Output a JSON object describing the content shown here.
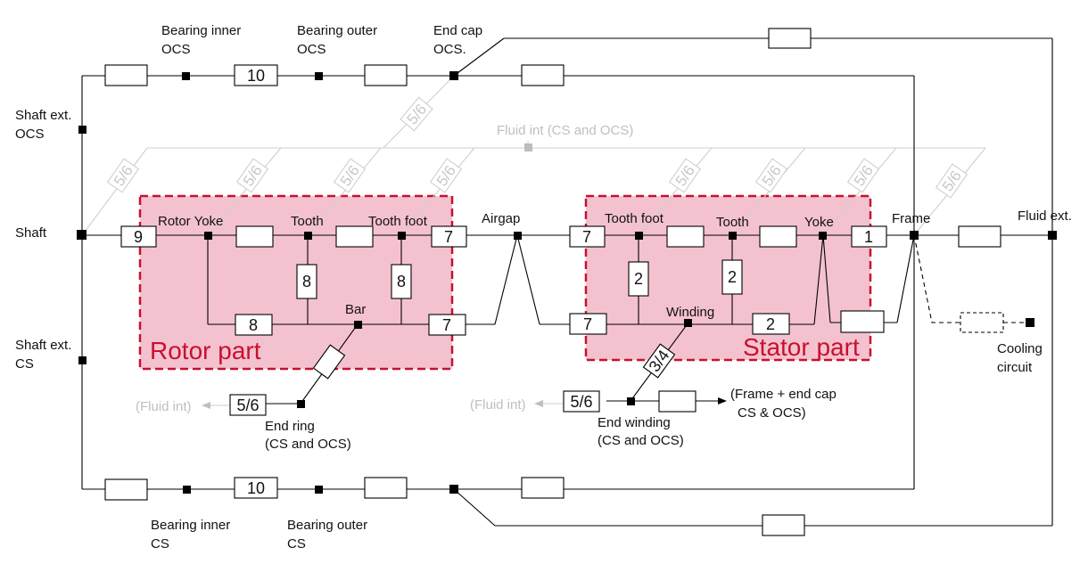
{
  "labels": {
    "bearing_inner_ocs_1": "Bearing inner",
    "bearing_inner_ocs_2": "OCS",
    "bearing_outer_ocs_1": "Bearing outer",
    "bearing_outer_ocs_2": "OCS",
    "end_cap_ocs_1": "End cap",
    "end_cap_ocs_2": "OCS.",
    "shaft_ext_ocs_1": "Shaft ext.",
    "shaft_ext_ocs_2": "OCS",
    "fluid_int_top": "Fluid int (CS and OCS)",
    "shaft": "Shaft",
    "rotor_yoke": "Rotor Yoke",
    "rotor_tooth": "Tooth",
    "rotor_tooth_foot": "Tooth foot",
    "airgap": "Airgap",
    "stator_tooth_foot": "Tooth foot",
    "stator_tooth": "Tooth",
    "yoke": "Yoke",
    "frame": "Frame",
    "fluid_ext": "Fluid ext.",
    "bar": "Bar",
    "winding": "Winding",
    "shaft_ext_cs_1": "Shaft ext.",
    "shaft_ext_cs_2": "CS",
    "fluid_int_left": "(Fluid int)",
    "end_ring_1": "End ring",
    "end_ring_2": "(CS and OCS)",
    "fluid_int_mid": "(Fluid int)",
    "end_winding_1": "End winding",
    "end_winding_2": "(CS and OCS)",
    "frame_end_cap_1": "(Frame + end cap",
    "frame_end_cap_2": "CS & OCS)",
    "cooling_1": "Cooling",
    "cooling_2": "circuit",
    "bearing_inner_cs_1": "Bearing inner",
    "bearing_inner_cs_2": "CS",
    "bearing_outer_cs_1": "Bearing outer",
    "bearing_outer_cs_2": "CS"
  },
  "parts": {
    "rotor": "Rotor part",
    "stator": "Stator part"
  },
  "boxes": {
    "bearing_ocs": "10",
    "bearing_cs": "10",
    "shaft_rotor": "9",
    "rotor_tooth_foot_airgap": "7",
    "bar_airgap": "7",
    "airgap_stator_tooth_foot": "7",
    "airgap_winding": "7",
    "rotor_yoke_bar": "8",
    "rotor_tooth_bar": "8",
    "tooth_foot_bar": "8",
    "stator_tooth_foot_winding": "2",
    "stator_tooth_winding": "2",
    "winding_yoke": "2",
    "yoke_frame": "1",
    "end_ring_fluid": "5/6",
    "end_winding_fluid": "5/6",
    "winding_end_winding": "3/4",
    "fluid_diag_1": "5/6",
    "fluid_diag_2": "5/6",
    "fluid_diag_3": "5/6",
    "fluid_diag_4": "5/6",
    "fluid_diag_5": "5/6",
    "fluid_diag_6": "5/6",
    "fluid_diag_7": "5/6",
    "fluid_diag_8": "5/6",
    "fluid_diag_9": "5/6"
  },
  "colors": {
    "part_fill": "#f4c2cf",
    "part_border": "#c8102e",
    "part_title": "#c8102e",
    "fluid_grey": "#c8c8c8"
  }
}
